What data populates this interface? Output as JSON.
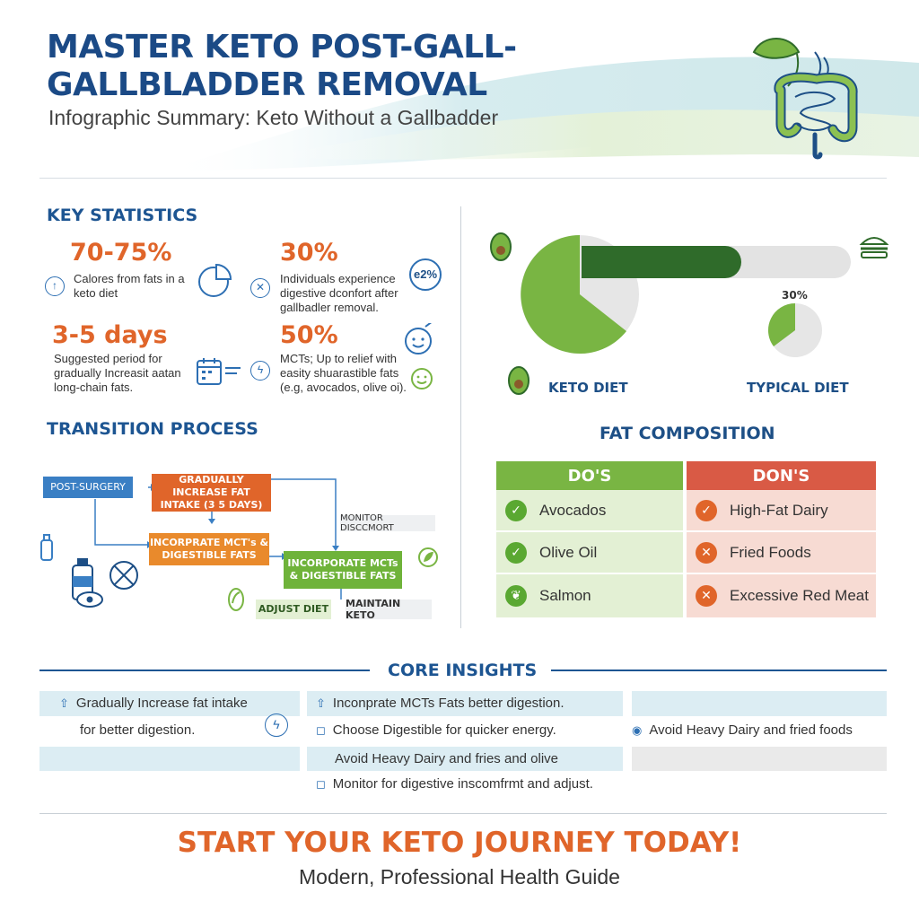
{
  "header": {
    "title": "MASTER KETO POST-GALL-GALLBLADDER REMOVAL",
    "subtitle": "Infographic Summary: Keto Without a Gallbadder"
  },
  "key_stats": {
    "heading": "KEY STATISTICS",
    "items": [
      {
        "value": "70-75%",
        "desc": "Calores from fats in a keto diet"
      },
      {
        "value": "30%",
        "desc": "Individuals experience digestive dconfort after gallbadler removal."
      },
      {
        "value": "3-5 days",
        "desc": "Suggested period for gradually Increasit aatan long-chain fats."
      },
      {
        "value": "50%",
        "desc": "MCTs; Up to relief with easity shuarastible fats (e.g, avocados, olive oi)."
      }
    ],
    "badge": "e2%"
  },
  "fat_chart": {
    "keto_label": "KETO DIET",
    "typical_label": "TYPICAL DIET",
    "typical_pct_label": "30%",
    "heading": "FAT COMPOSITION"
  },
  "transition": {
    "heading": "TRANSITION PROCESS",
    "post_surgery": "POST-SURGERY",
    "step_increase": "GRADUALLY INCREASE FAT INTAKE (3 5 DAYS)",
    "monitor": "MONITOR DISCCMORT",
    "step_incorporate_1": "INCORPRATE MCT's & DIGESTIBLE FATS",
    "step_incorporate_2": "INCORPORATE MCTs & DIGESTIBLE FATS",
    "adjust": "ADJUST DIET",
    "maintain": "MAINTAIN KETO"
  },
  "dos_donts": {
    "dos_heading": "DO'S",
    "donts_heading": "DON'S",
    "dos": [
      "Avocados",
      "Olive Oil",
      "Salmon"
    ],
    "donts": [
      "High-Fat Dairy",
      "Fried Foods",
      "Excessive Red Meat"
    ]
  },
  "core_insights": {
    "heading": "CORE INSIGHTS",
    "col1": [
      "Gradually Increase fat intake",
      "for better digestion."
    ],
    "col2": [
      "Inconprate MCTs Fats better digestion.",
      "Choose Digestible for quicker energy.",
      "Avoid Heavy Dairy and fries and olive",
      "Monitor for digestive inscomfrmt and adjust."
    ],
    "col3": [
      "Avoid Heavy Dairy and fried foods"
    ]
  },
  "footer": {
    "cta": "START YOUR KETO JOURNEY TODAY!",
    "tagline": "Modern, Professional Health Guide"
  },
  "colors": {
    "navy": "#1d4f86",
    "orange": "#e0652a",
    "green": "#79b543",
    "dark_green": "#2f6b2a",
    "red": "#d95a45",
    "blue": "#3a7fc4"
  }
}
